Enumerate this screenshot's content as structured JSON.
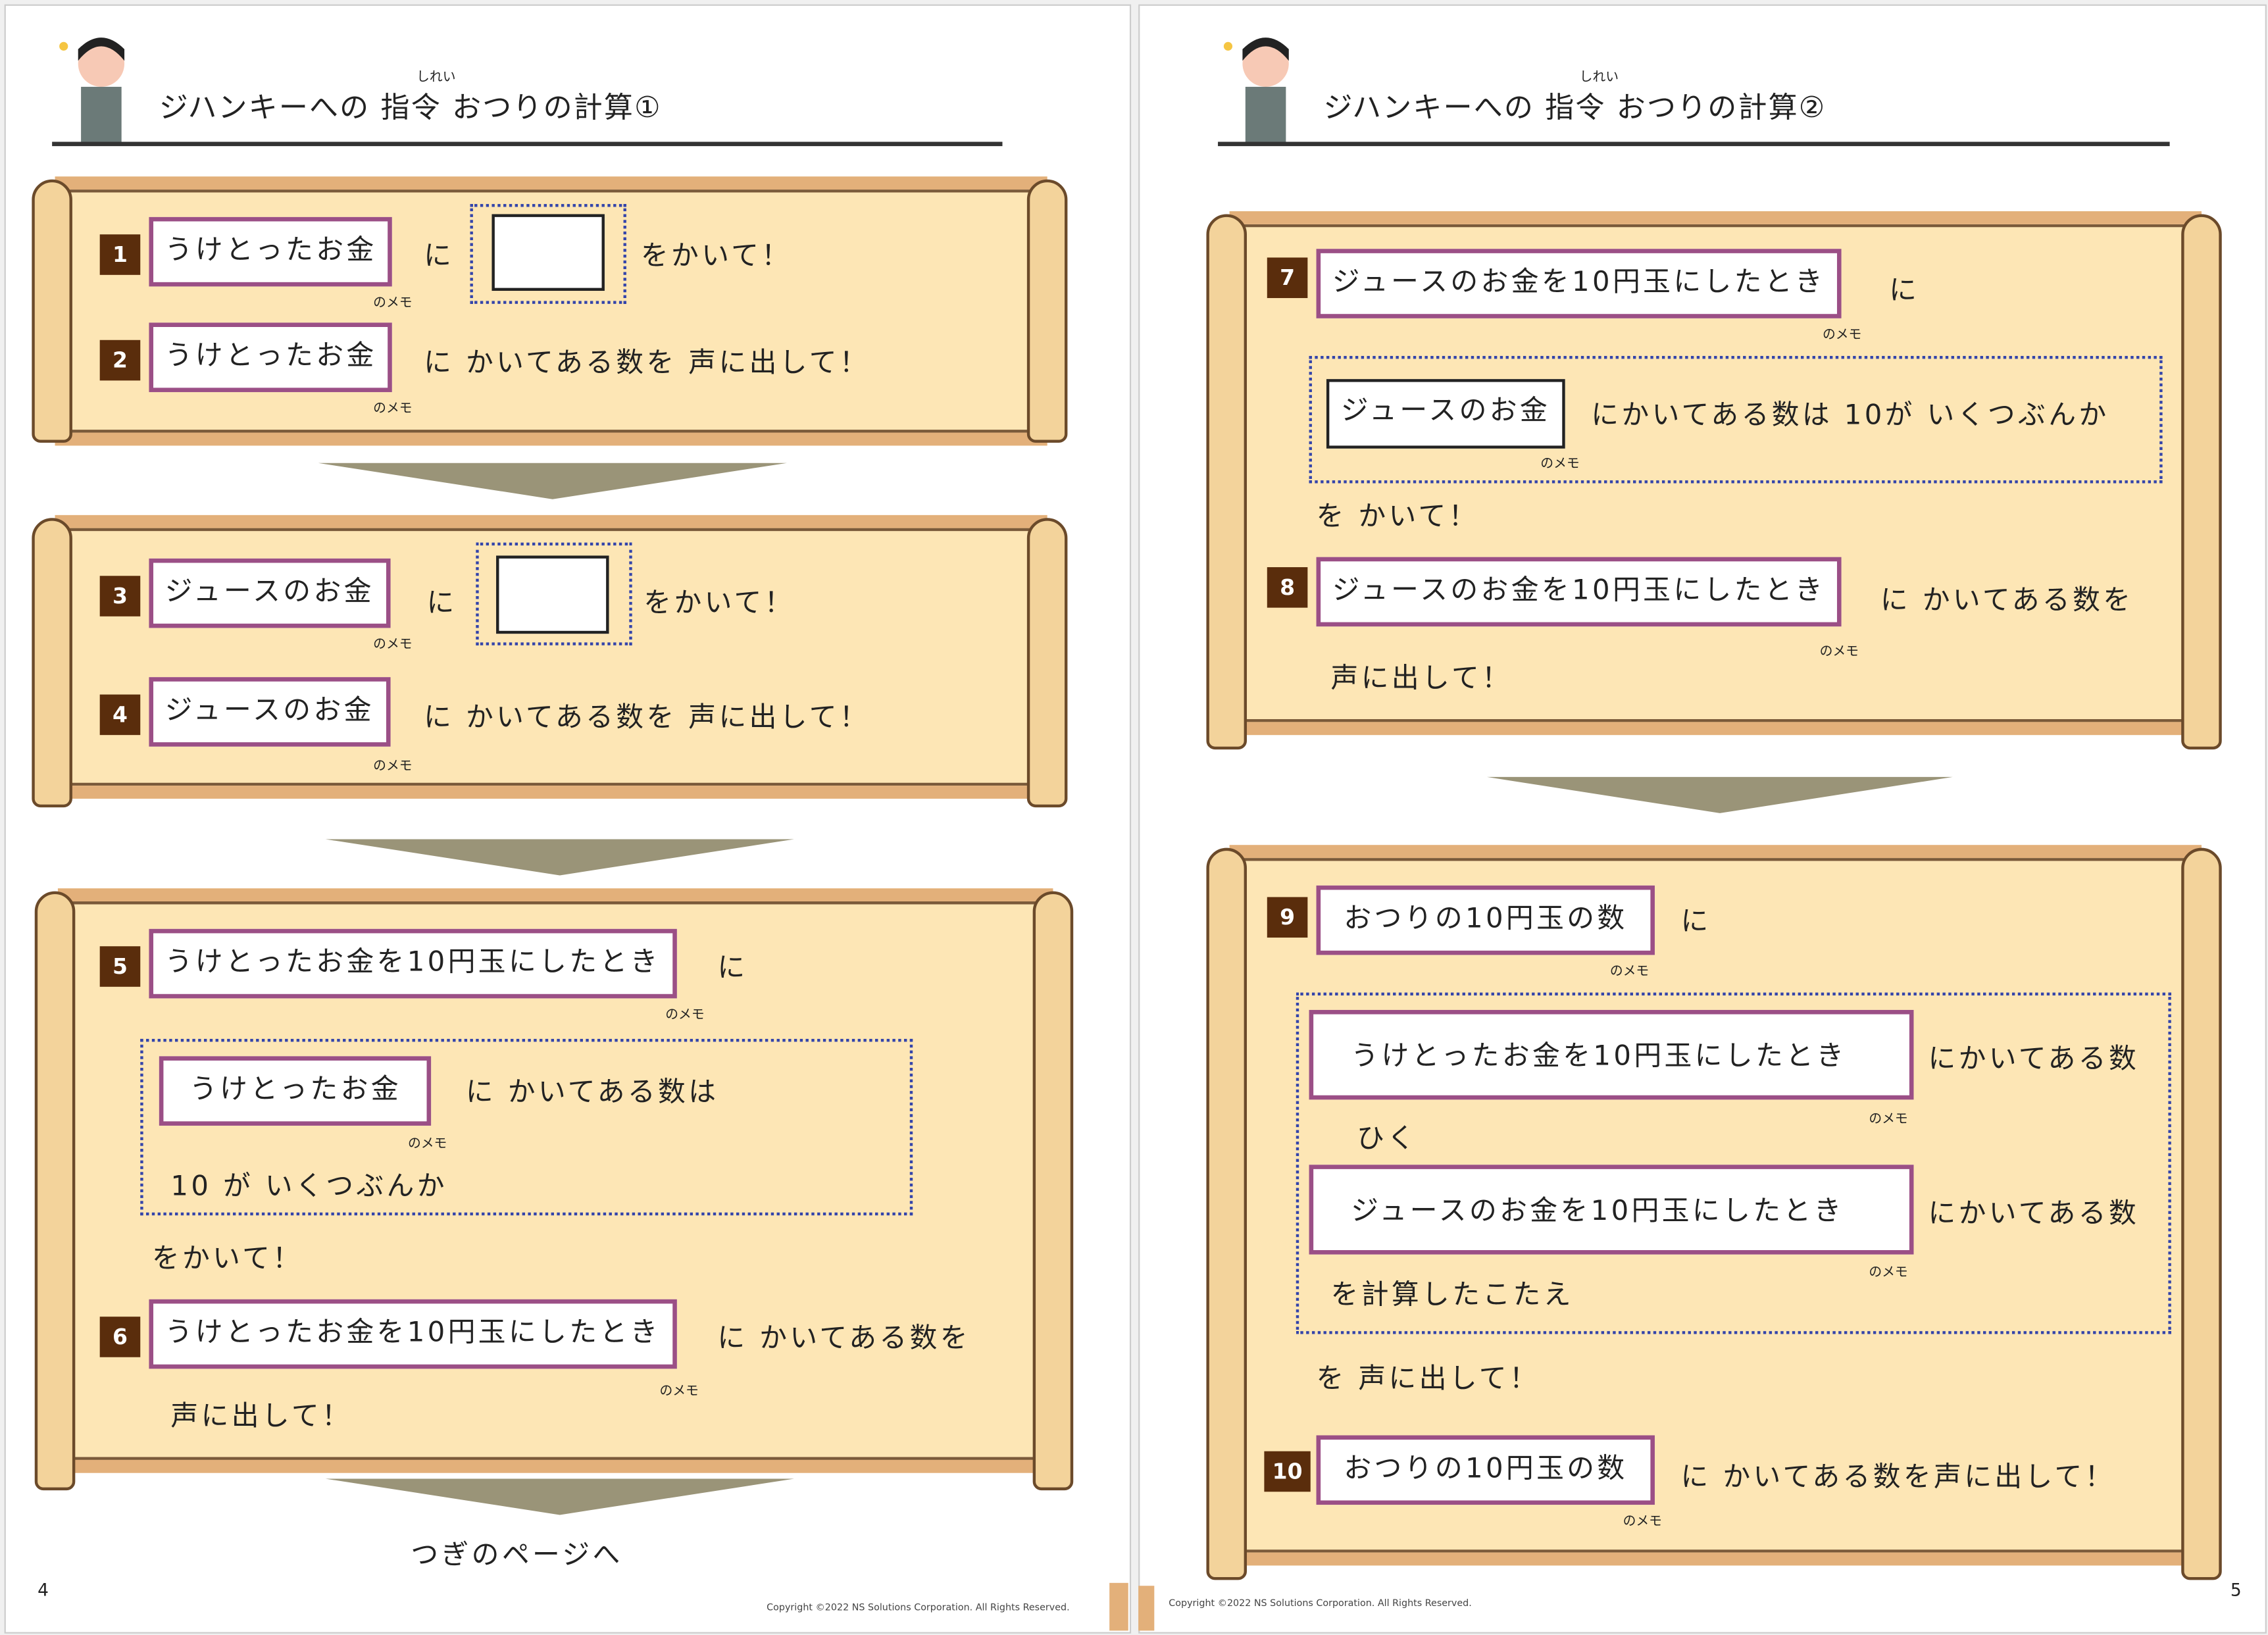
{
  "pages": [
    {
      "title_pre": "ジハンキーへの",
      "title_kanji": "指令",
      "title_ruby": "しれい",
      "title_post": "おつりの計算①",
      "page_number": "4",
      "next_label": "つぎのページへ"
    },
    {
      "title_pre": "ジハンキーへの",
      "title_kanji": "指令",
      "title_ruby": "しれい",
      "title_post": "おつりの計算②",
      "page_number": "5"
    }
  ],
  "copyright": "Copyright ©2022 NS Solutions Corporation. All Rights Reserved.",
  "memo_suffix": "のメモ",
  "steps": {
    "s1": {
      "num": "1",
      "memo": "うけとったお金",
      "t1": "に",
      "t2": "をかいて！"
    },
    "s2": {
      "num": "2",
      "memo": "うけとったお金",
      "t1": "に かいてある数を 声に出して！"
    },
    "s3": {
      "num": "3",
      "memo": "ジュースのお金",
      "t1": "に",
      "t2": "をかいて！"
    },
    "s4": {
      "num": "4",
      "memo": "ジュースのお金",
      "t1": "に かいてある数を 声に出して！"
    },
    "s5": {
      "num": "5",
      "memo": "うけとったお金を10円玉にしたとき",
      "t1": "に",
      "inner_memo": "うけとったお金",
      "t2": "に かいてある数は",
      "t3": "10 が いくつぶんか",
      "t4": "をかいて！"
    },
    "s6": {
      "num": "6",
      "memo": "うけとったお金を10円玉にしたとき",
      "t1": "に かいてある数を",
      "t2": "声に出して！"
    },
    "s7": {
      "num": "7",
      "memo": "ジュースのお金を10円玉にしたとき",
      "t1": "に",
      "inner_memo": "ジュースのお金",
      "t2": "にかいてある数は 10が いくつぶんか",
      "t3": "を かいて！"
    },
    "s8": {
      "num": "8",
      "memo": "ジュースのお金を10円玉にしたとき",
      "t1": "に かいてある数を",
      "t2": "声に出して！"
    },
    "s9": {
      "num": "9",
      "memo": "おつりの10円玉の数",
      "t1": "に",
      "inner_memo1": "うけとったお金を10円玉にしたとき",
      "t2": "にかいてある数",
      "t3": "ひく",
      "inner_memo2": "ジュースのお金を10円玉にしたとき",
      "t4": "にかいてある数",
      "t5": "を計算したこたえ",
      "t6": "を 声に出して！"
    },
    "s10": {
      "num": "10",
      "memo": "おつりの10円玉の数",
      "t1": "に かいてある数を声に出して！"
    }
  },
  "colors": {
    "scroll": "#fde6b5",
    "scroll_edge": "#e3b07a",
    "badge": "#5a2d0c",
    "memo_border": "#9b4f86",
    "dotted": "#3344aa",
    "arrow": "#9a9478"
  }
}
